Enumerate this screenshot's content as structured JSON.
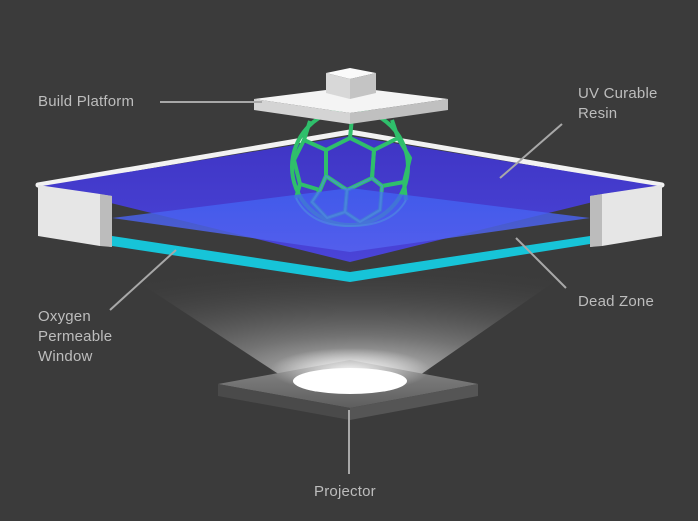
{
  "labels": {
    "build_platform": "Build Platform",
    "uv_resin_line1": "UV Curable",
    "uv_resin_line2": "Resin",
    "dead_zone": "Dead Zone",
    "oxygen_line1": "Oxygen",
    "oxygen_line2": "Permeable",
    "oxygen_line3": "Window",
    "projector": "Projector"
  },
  "colors": {
    "background": "#3b3b3b",
    "label_text": "#bdbdbd",
    "leader_line": "#a8a8a8",
    "resin_blue": "#4a3fd0",
    "window_cyan": "#17c4d8",
    "cured_part_green": "#2fbf6b",
    "frame_white": "#f2f2f2"
  }
}
